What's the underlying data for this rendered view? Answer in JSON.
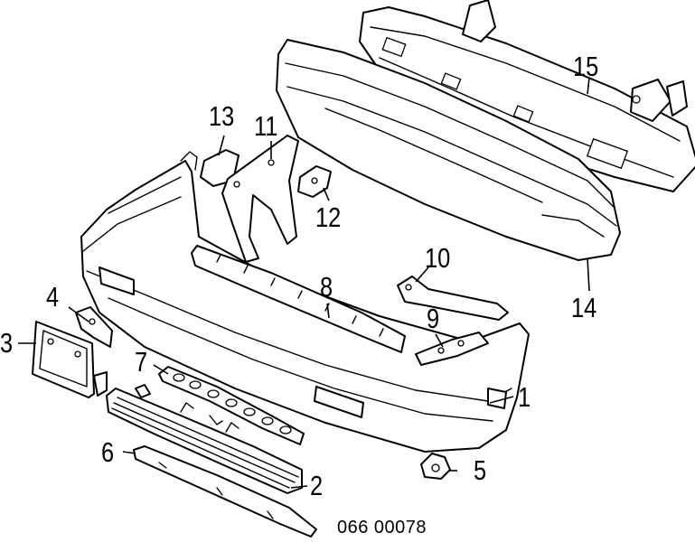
{
  "callouts": {
    "c1": "1",
    "c2": "2",
    "c3": "3",
    "c4": "4",
    "c5": "5",
    "c6": "6",
    "c7": "7",
    "c8": "8",
    "c9": "9",
    "c10": "10",
    "c11": "11",
    "c12": "12",
    "c13": "13",
    "c14": "14",
    "c15": "15"
  },
  "catalog_number": "066 00078"
}
